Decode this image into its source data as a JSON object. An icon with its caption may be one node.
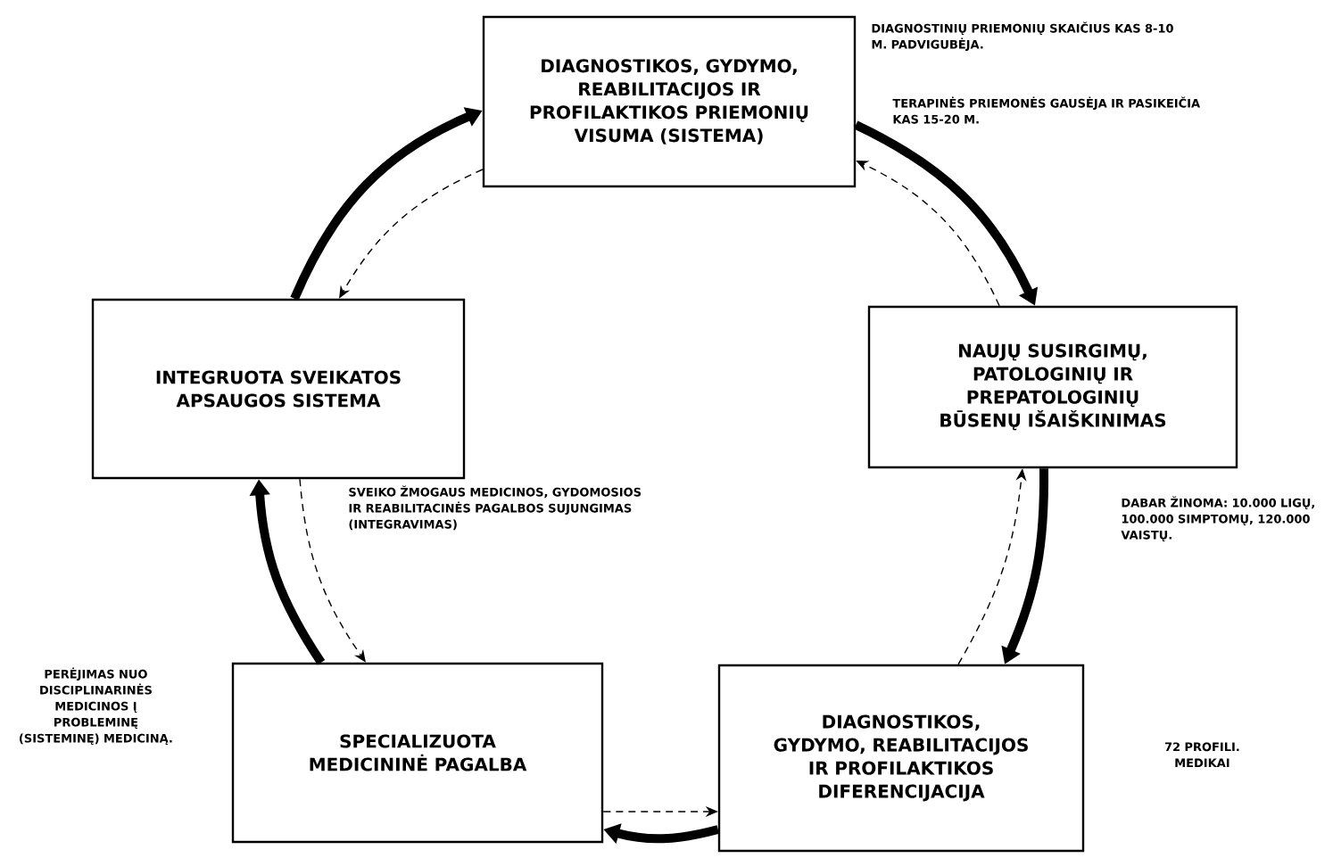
{
  "diagram": {
    "nodes": [
      {
        "text": [
          "DIAGNOSTIKOS, GYDYMO, REABILITACIJOS IR PROFILAKTIKOS PRIEMONIŲ VISUMA (SISTEMA)"
        ]
      },
      {
        "text": [
          "NAUJŲ SUSIRGIMŲ, PATOLOGINIŲ IR PREPATOLOGINIŲ BŪSENŲ IŠAIŠKINIMAS"
        ]
      },
      {
        "text": [
          "DIAGNOSTIKOS, GYDYMO, REABILITACIJOS IR PROFILAKTIKOS DIFERENCIJACIJA"
        ]
      },
      {
        "text": [
          "SPECIALIZUOTA MEDICININĖ PAGALBA"
        ]
      },
      {
        "text": [
          "INTEGRUOTA SVEIKATOS APSAUGOS SISTEMA"
        ]
      }
    ],
    "edges": [
      {
        "from": 0,
        "to": 1,
        "arrow": "to",
        "style": "thick"
      },
      {
        "from": 1,
        "to": 2,
        "arrow": "to",
        "style": "thick"
      },
      {
        "from": 2,
        "to": 3,
        "arrow": "to",
        "style": "thick"
      },
      {
        "from": 3,
        "to": 4,
        "arrow": "to",
        "style": "thick"
      },
      {
        "from": 4,
        "to": 0,
        "arrow": "to",
        "style": "thick"
      },
      {
        "from": 0,
        "to": 4,
        "arrow": "to",
        "style": "dashed"
      },
      {
        "from": 4,
        "to": 3,
        "arrow": "to",
        "style": "dashed"
      },
      {
        "from": 3,
        "to": 2,
        "arrow": "to",
        "style": "dashed"
      },
      {
        "from": 2,
        "to": 1,
        "arrow": "to",
        "style": "dashed"
      },
      {
        "from": 1,
        "to": 0,
        "arrow": "to",
        "style": "dashed"
      }
    ],
    "labels": [
      "DIAGNOSTINIŲ PRIEMONIŲ SKAIČIUS KAS 8-10 M. PADVIGUBĖJA.",
      "TERAPINĖS PRIEMONĖS GAUSĖJA IR PASIKEIČIA KAS 15-20 M.",
      "SVEIKO ŽMOGAUS MEDICINOS, GYDOMOSIOS IR REABILITACINĖS PAGALBOS SUJUNGIMAS (INTEGRAVIMAS)",
      "DABAR ŽINOMA: 10.000 LIGŲ, 100.000 SIMPTOMŲ, 120.000 VAISTŲ.",
      "PERĖJIMAS NUO DISCIPLINARINĖS MEDICINOS Į PROBLEMINĘ (SISTEMINĘ) MEDICINĄ.",
      "72 PROFILI. MEDIKAI"
    ]
  }
}
